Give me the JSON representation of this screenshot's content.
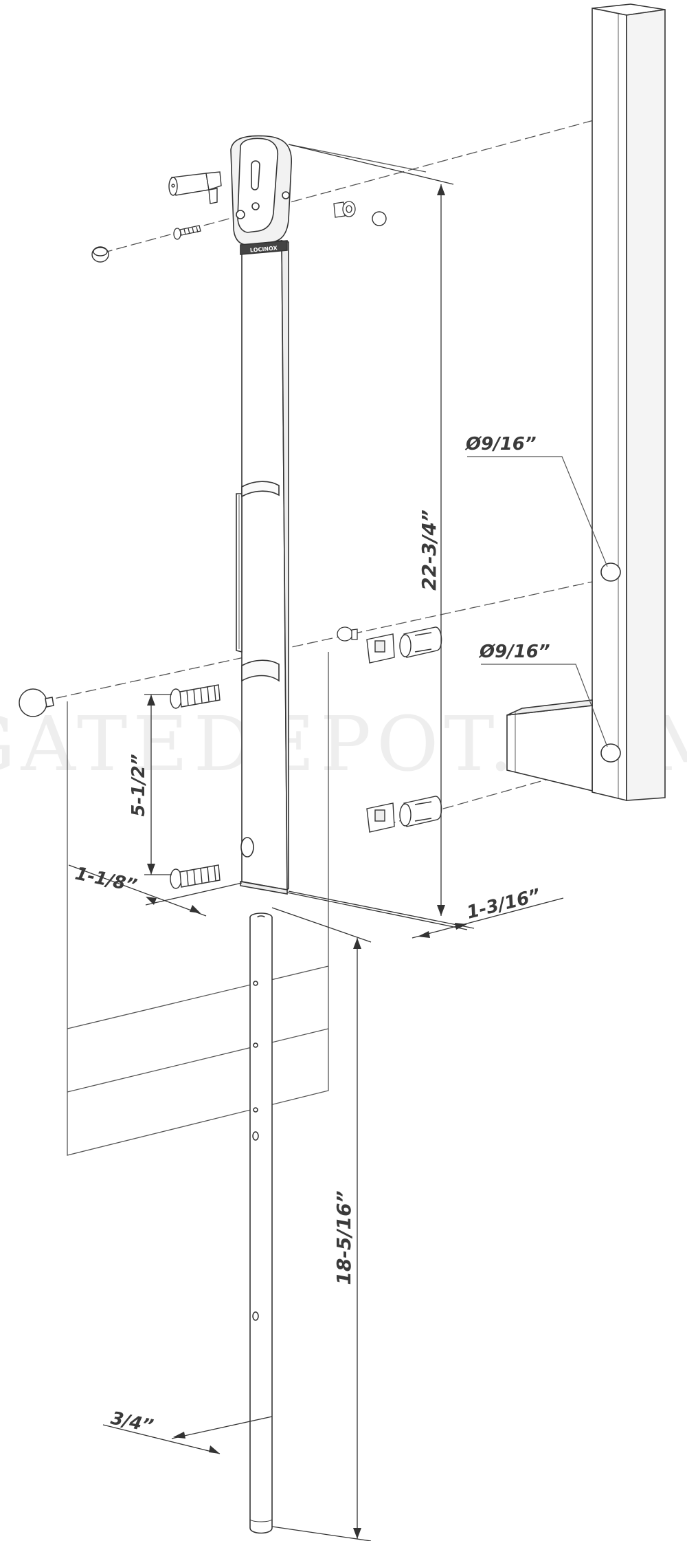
{
  "brand_label": "LOCINOX",
  "watermark": "GATEDEPOT.COM",
  "dimensions": {
    "bracket_hole_top": "Ø9/16”",
    "bracket_hole_bottom": "Ø9/16”",
    "latch_height": "22-3/4”",
    "screw_spacing": "5-1/2”",
    "latch_width": "1-1/8”",
    "latch_depth": "1-3/16”",
    "rod_length": "18-5/16”",
    "rod_diameter": "3/4”"
  },
  "colors": {
    "line": "#333333",
    "leader": "#555555",
    "text": "#3a3a3a",
    "shade": "#e6e6e6"
  }
}
